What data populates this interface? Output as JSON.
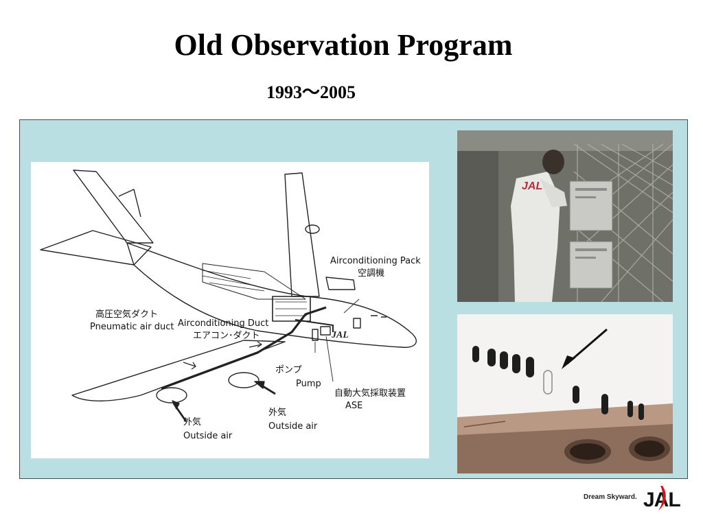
{
  "slide": {
    "title": "Old Observation Program",
    "subtitle": "1993～2005"
  },
  "diagram": {
    "fuselage_logo": "JAL",
    "labels": {
      "ac_pack_en": "Airconditioning Pack",
      "ac_pack_jp": "空調機",
      "pneumatic_jp": "高圧空気ダクト",
      "pneumatic_en": "Pneumatic air duct",
      "ac_duct_en": "Airconditioning Duct",
      "ac_duct_jp": "エアコン･ダクト",
      "pump_jp": "ポンプ",
      "pump_en": "Pump",
      "ase_jp": "自動大気採取装置",
      "ase_en": "ASE",
      "outside_left_jp": "外気",
      "outside_left_en": "Outside air",
      "outside_right_jp": "外気",
      "outside_right_en": "Outside air"
    }
  },
  "photos": {
    "top_jacket_logo": "JAL"
  },
  "footer": {
    "slogan": "Dream Skyward.",
    "logo": "JAL"
  },
  "colors": {
    "panel_bg": "#b9dfe3",
    "logo_red": "#d7141a"
  }
}
